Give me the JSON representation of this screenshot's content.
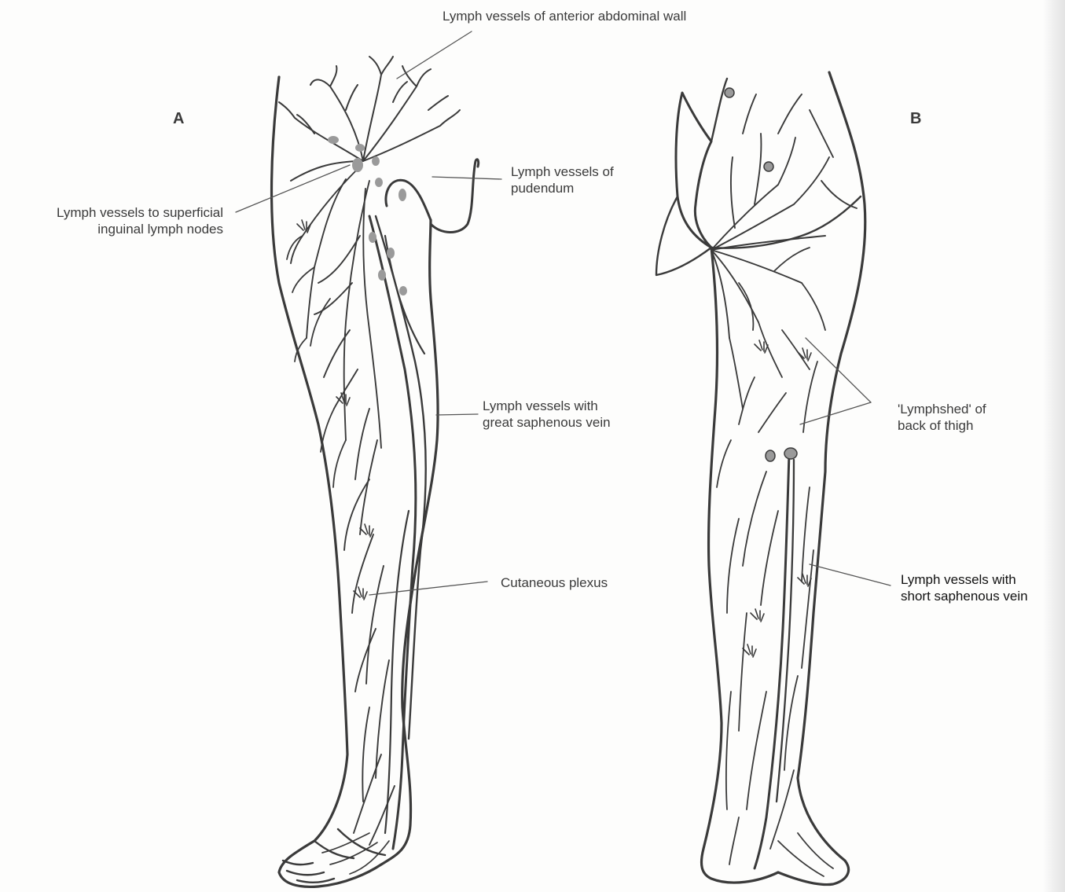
{
  "panels": {
    "a": "A",
    "b": "B"
  },
  "labels": {
    "anterior_abdominal": "Lymph vessels of anterior abdominal wall",
    "superficial_inguinal": [
      "Lymph vessels to superficial",
      "inguinal lymph nodes"
    ],
    "pudendum": [
      "Lymph vessels of",
      "pudendum"
    ],
    "great_saphenous": [
      "Lymph vessels with",
      "great saphenous vein"
    ],
    "cutaneous_plexus": "Cutaneous plexus",
    "lymphshed": [
      "'Lymphshed' of",
      "back of thigh"
    ],
    "short_saphenous": [
      "Lymph vessels with",
      "short saphenous vein"
    ]
  },
  "colors": {
    "ink": "#3a3a3a",
    "node": "#9a9a9a",
    "background": "#fdfdfc"
  }
}
